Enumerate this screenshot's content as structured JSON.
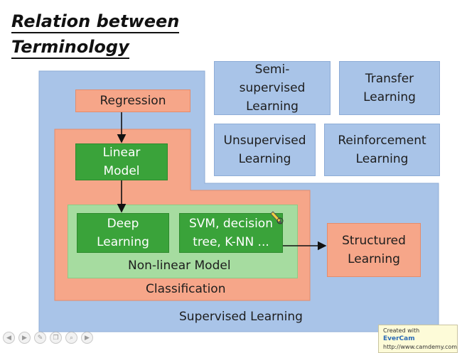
{
  "title": {
    "line1": "Relation between",
    "line2": "Terminology"
  },
  "nodes": {
    "semi_supervised": "Semi-supervised Learning",
    "transfer": "Transfer Learning",
    "unsupervised": "Unsupervised Learning",
    "reinforcement": "Reinforcement Learning",
    "regression": "Regression",
    "linear_model": "Linear Model",
    "deep_learning": "Deep Learning",
    "svm": "SVM, decision tree, K-NN ...",
    "non_linear_model": "Non-linear Model",
    "classification": "Classification",
    "structured_learning": "Structured Learning",
    "supervised_learning": "Supervised Learning"
  },
  "watermark": {
    "line1_prefix": "Created with",
    "brand": "EverCam",
    "url": "http://www.camdemy.com"
  },
  "colors": {
    "supervised": "#a9c4e8",
    "classification": "#f6a689",
    "nonlinear": "#a6dca0",
    "model": "#3aa33a"
  }
}
